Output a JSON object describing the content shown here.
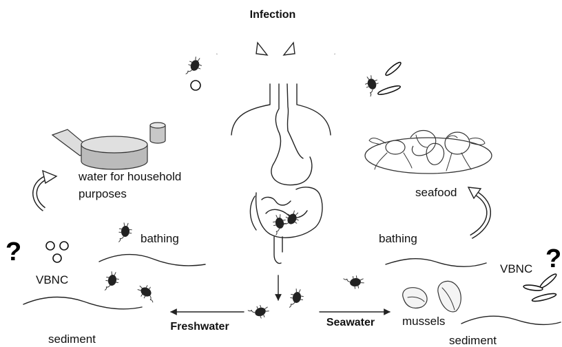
{
  "title": "Infection",
  "labels": {
    "water_for_household_line1": "water for household",
    "water_for_household_line2": "purposes",
    "seafood": "seafood",
    "bathing_left": "bathing",
    "bathing_right": "bathing",
    "vbnc_left": "VBNC",
    "vbnc_right": "VBNC",
    "sediment_left": "sediment",
    "sediment_right": "sediment",
    "mussels": "mussels",
    "freshwater": "Freshwater",
    "seawater": "Seawater",
    "question_left": "?",
    "question_right": "?"
  },
  "icons": {
    "body": "digestive-tract-icon",
    "bacterium": "bacterium-icon",
    "cell_round": "vbnc-round-cell-icon",
    "cell_elongated": "elongated-cell-icon",
    "seafood": "shrimp-crab-plate-icon",
    "mussels": "mussel-shells-icon",
    "household": "water-basin-icon",
    "cycle_arrow": "curved-arrow-icon"
  }
}
